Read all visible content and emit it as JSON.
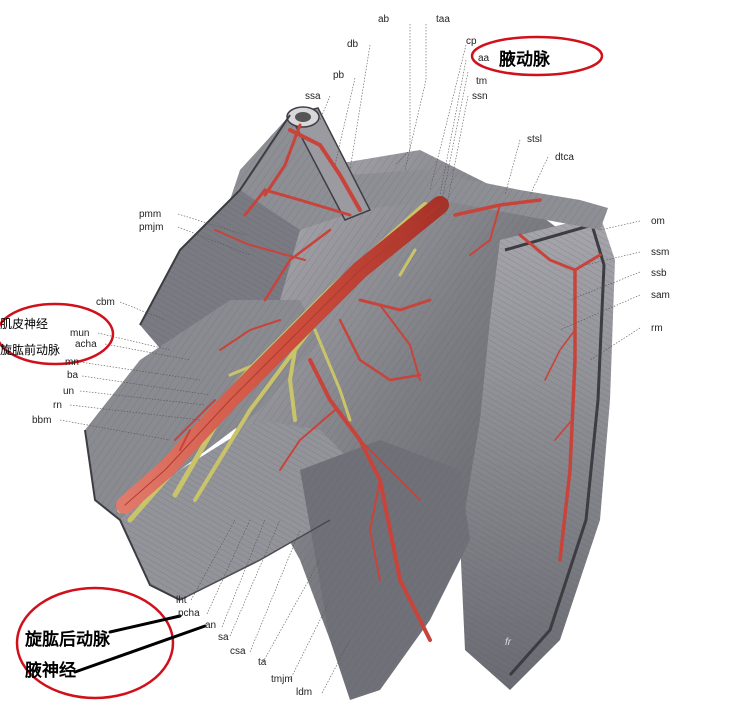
{
  "figure": {
    "labels": {
      "ab": "ab",
      "taa": "taa",
      "cp": "cp",
      "aa": "aa",
      "db": "db",
      "pb": "pb",
      "tm": "tm",
      "ssa": "ssa",
      "ssn": "ssn",
      "stsl": "stsl",
      "dtca": "dtca",
      "pmm": "pmm",
      "pmjm": "pmjm",
      "om": "om",
      "ssm": "ssm",
      "ssb": "ssb",
      "sam": "sam",
      "rm": "rm",
      "cbm": "cbm",
      "mun": "mun",
      "acha": "acha",
      "mn": "mn",
      "ba": "ba",
      "un": "un",
      "rn": "rn",
      "bbm": "bbm",
      "lht": "lht",
      "pcha": "pcha",
      "an": "an",
      "sa": "sa",
      "csa": "csa",
      "ta": "ta",
      "tmjm": "tmjm",
      "ldm": "ldm",
      "fr": "fr"
    },
    "annotations": {
      "axillary_artery": "腋动脉",
      "musculocutaneous_nerve": "肌皮神经",
      "anterior_circumflex_humeral_artery": "旋肱前动脉",
      "posterior_circumflex_humeral_artery": "旋肱后动脉",
      "axillary_nerve": "腋神经"
    },
    "colors": {
      "muscle": "#8a8a8e",
      "muscle_dark": "#4a4a50",
      "artery": "#c8443a",
      "nerve": "#c9c46a",
      "annotation_ring": "#d0101a"
    }
  }
}
